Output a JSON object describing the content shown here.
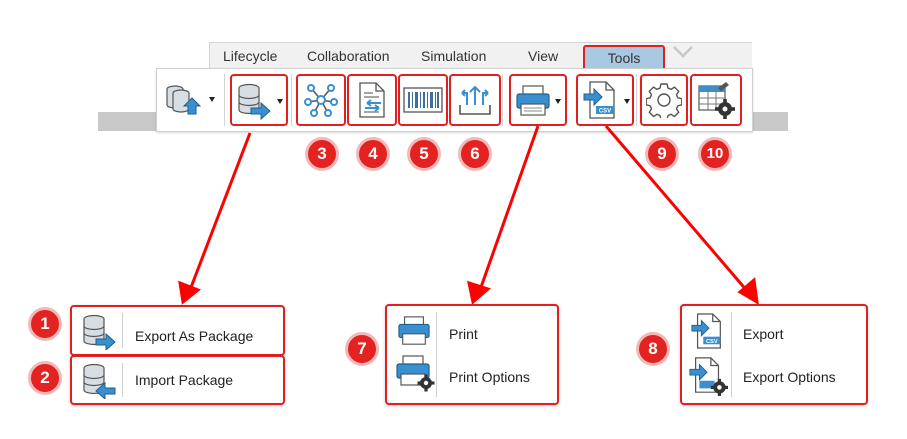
{
  "tabs": [
    {
      "label": "Lifecycle"
    },
    {
      "label": "Collaboration"
    },
    {
      "label": "Simulation"
    },
    {
      "label": "View"
    },
    {
      "label": "Tools"
    }
  ],
  "toolbar": {
    "buttons": [
      {
        "icon": "database-upload-icon"
      },
      {
        "icon": "database-export-icon",
        "badge": ""
      },
      {
        "icon": "network-icon",
        "badge": "3"
      },
      {
        "icon": "document-compare-icon",
        "badge": "4"
      },
      {
        "icon": "barcode-icon",
        "badge": "5"
      },
      {
        "icon": "upload-tray-icon",
        "badge": "6"
      },
      {
        "icon": "printer-icon",
        "badge": ""
      },
      {
        "icon": "csv-export-icon",
        "badge": ""
      },
      {
        "icon": "gear-icon",
        "badge": "9"
      },
      {
        "icon": "table-settings-icon",
        "badge": "10"
      }
    ]
  },
  "menus": {
    "package": {
      "items": [
        {
          "badge": "1",
          "label": "Export As Package",
          "icon": "database-export-icon"
        },
        {
          "badge": "2",
          "label": "Import Package",
          "icon": "database-import-icon"
        }
      ]
    },
    "print": {
      "badge": "7",
      "items": [
        {
          "label": "Print",
          "icon": "printer-icon"
        },
        {
          "label": "Print Options",
          "icon": "printer-settings-icon"
        }
      ]
    },
    "export": {
      "badge": "8",
      "items": [
        {
          "label": "Export",
          "icon": "csv-export-icon"
        },
        {
          "label": "Export Options",
          "icon": "csv-export-settings-icon"
        }
      ]
    }
  },
  "colors": {
    "highlight": "#e02020",
    "badge_fill": "#e32222",
    "active_tab": "#a9c8e2",
    "icon_blue": "#3a8fcf"
  }
}
